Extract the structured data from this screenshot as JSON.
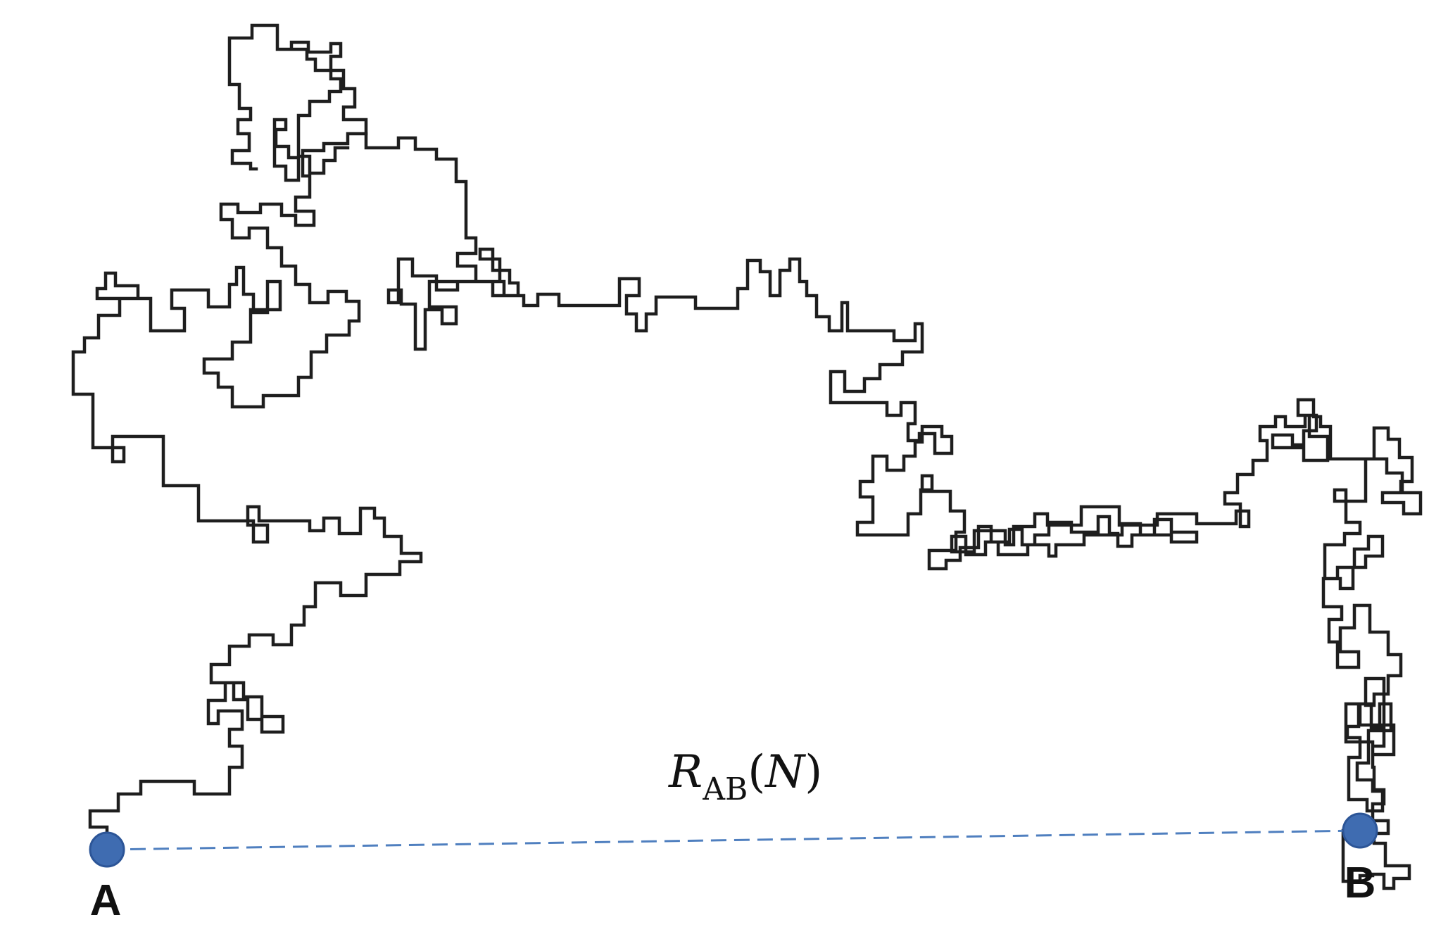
{
  "diagram": {
    "distance_label": {
      "symbol": "R",
      "subscript": "AB",
      "open_paren": "(",
      "argument": "N",
      "close_paren": ")"
    },
    "points": [
      {
        "id": "A",
        "label": "A"
      },
      {
        "id": "B",
        "label": "B"
      }
    ],
    "colors": {
      "walk_stroke": "#1e1e1e",
      "endpoint_fill": "#3f6cb1",
      "dashed_line": "#4f7fbf",
      "text": "#111111",
      "background": "#ffffff"
    }
  }
}
